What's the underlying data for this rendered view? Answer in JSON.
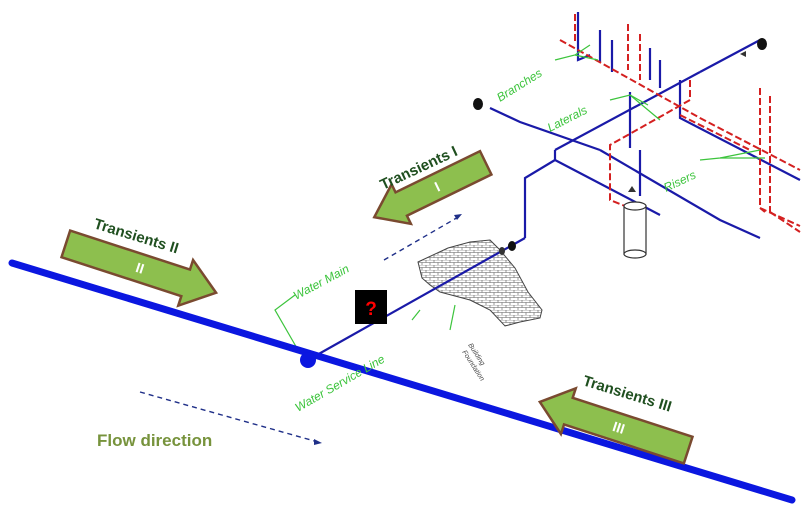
{
  "colors": {
    "main_pipe": "#0b17e0",
    "diagram_pipe": "#1a1aa8",
    "riser_red": "#d42020",
    "arrow_fill": "#8dbf4e",
    "arrow_stroke": "#7a4a30",
    "label_green": "#3cc43c",
    "flow_text": "#77933c"
  },
  "transients": {
    "t1": {
      "label": "Transients I",
      "roman": "I"
    },
    "t2": {
      "label": "Transients II",
      "roman": "II"
    },
    "t3": {
      "label": "Transients III",
      "roman": "III"
    }
  },
  "labels": {
    "branches": "Branches",
    "laterals": "Laterals",
    "risers": "Risers",
    "water_main": "Water Main",
    "water_service_line": "Water Service Line",
    "building_foundation_1": "Building",
    "building_foundation_2": "Foundation"
  },
  "flow": {
    "text": "Flow direction"
  },
  "marker": {
    "symbol": "?"
  },
  "icons": {
    "question": "question-mark-icon",
    "valve": "valve-icon",
    "tank": "tank-icon"
  }
}
